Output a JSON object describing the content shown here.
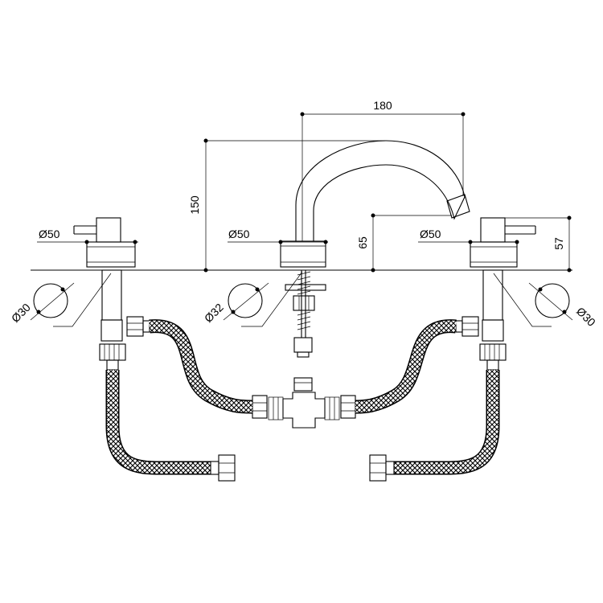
{
  "colors": {
    "line": "#000000",
    "background": "#ffffff"
  },
  "dimensions": {
    "spout_reach": "180",
    "spout_height": "150",
    "spout_outlet_height": "65",
    "handle_height": "57",
    "left_base_diameter": "Ø50",
    "center_base_diameter": "Ø50",
    "right_base_diameter": "Ø50",
    "left_hole_diameter": "Ø30",
    "center_hole_diameter": "Ø32",
    "right_hole_diameter": "Ø30"
  }
}
